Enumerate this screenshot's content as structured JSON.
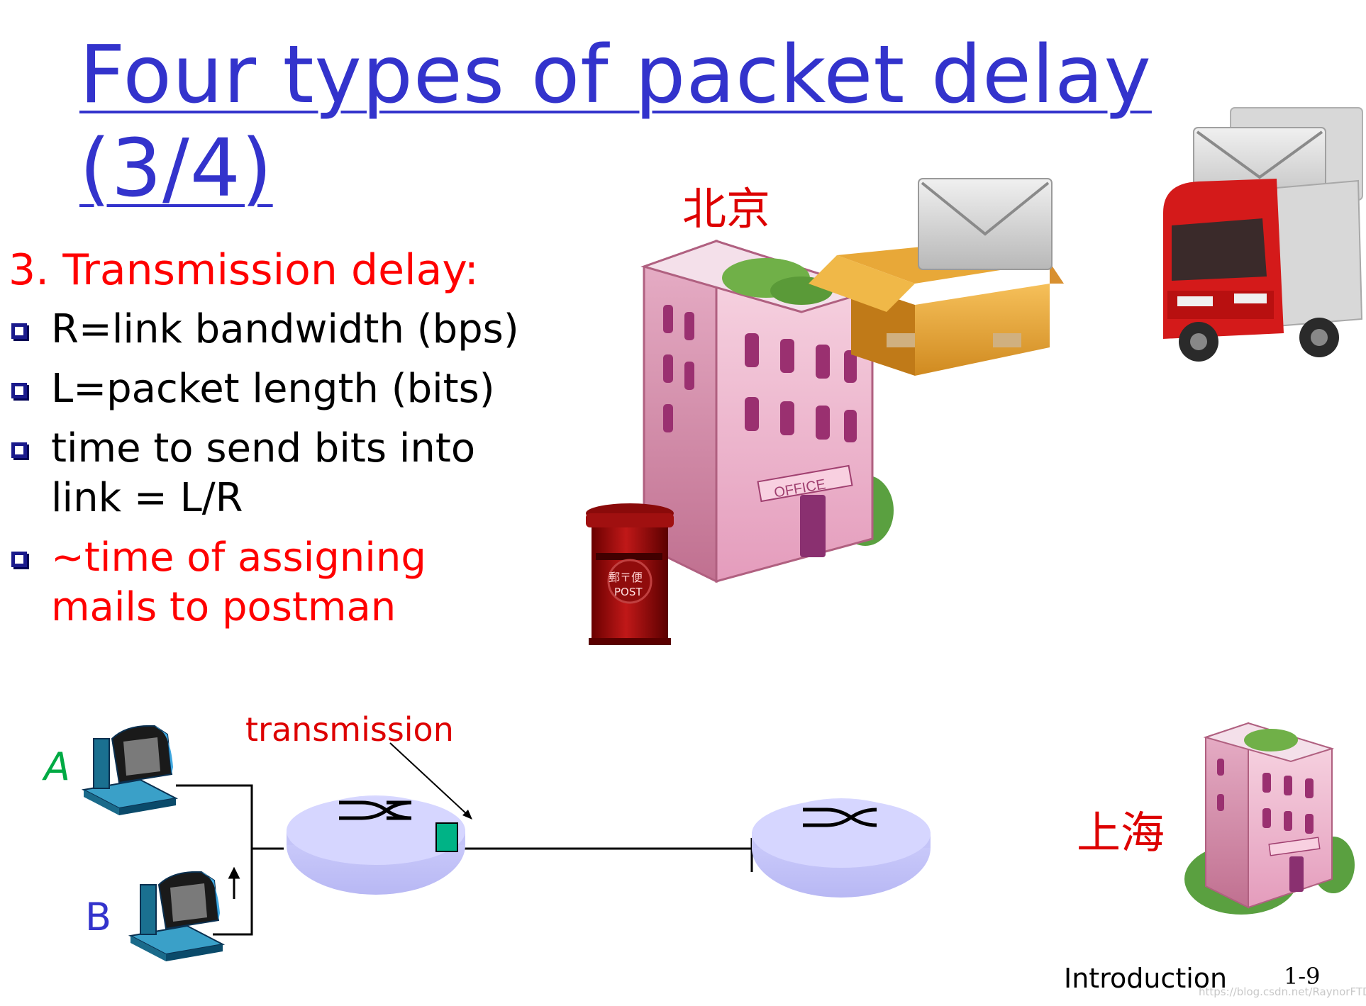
{
  "slide": {
    "title_line1": "Four types of packet delay",
    "title_line2": "(3/4)",
    "section_heading": "3. Transmission delay:",
    "bullets": [
      {
        "text": "R=link bandwidth (bps)",
        "color": "#000000"
      },
      {
        "text": "L=packet length (bits)",
        "color": "#000000"
      },
      {
        "text": "time to send bits into link = L/R",
        "color": "#000000"
      },
      {
        "text": "~time of assigning mails to postman",
        "color": "#ff0000"
      }
    ],
    "city_from": "北京",
    "city_to": "上海",
    "host_a": "A",
    "host_b": "B",
    "transmission_label": "transmission",
    "postbox_text": "POST",
    "postbox_kanji": "郵〒便",
    "office_sign": "OFFICE",
    "footer_label": "Introduction",
    "page_number": "1-9",
    "watermark": "https://blog.csdn.net/RaynorFTD"
  },
  "colors": {
    "title": "#3333cc",
    "accent_red": "#ff0000",
    "router": "#ccccff",
    "packet": "#00b386",
    "host_a": "#00aa44",
    "host_b": "#3333cc"
  },
  "icons": [
    "building-icon",
    "post-box-icon",
    "parcel-box-icon",
    "envelope-icon",
    "truck-icon",
    "computer-icon",
    "router-icon"
  ]
}
